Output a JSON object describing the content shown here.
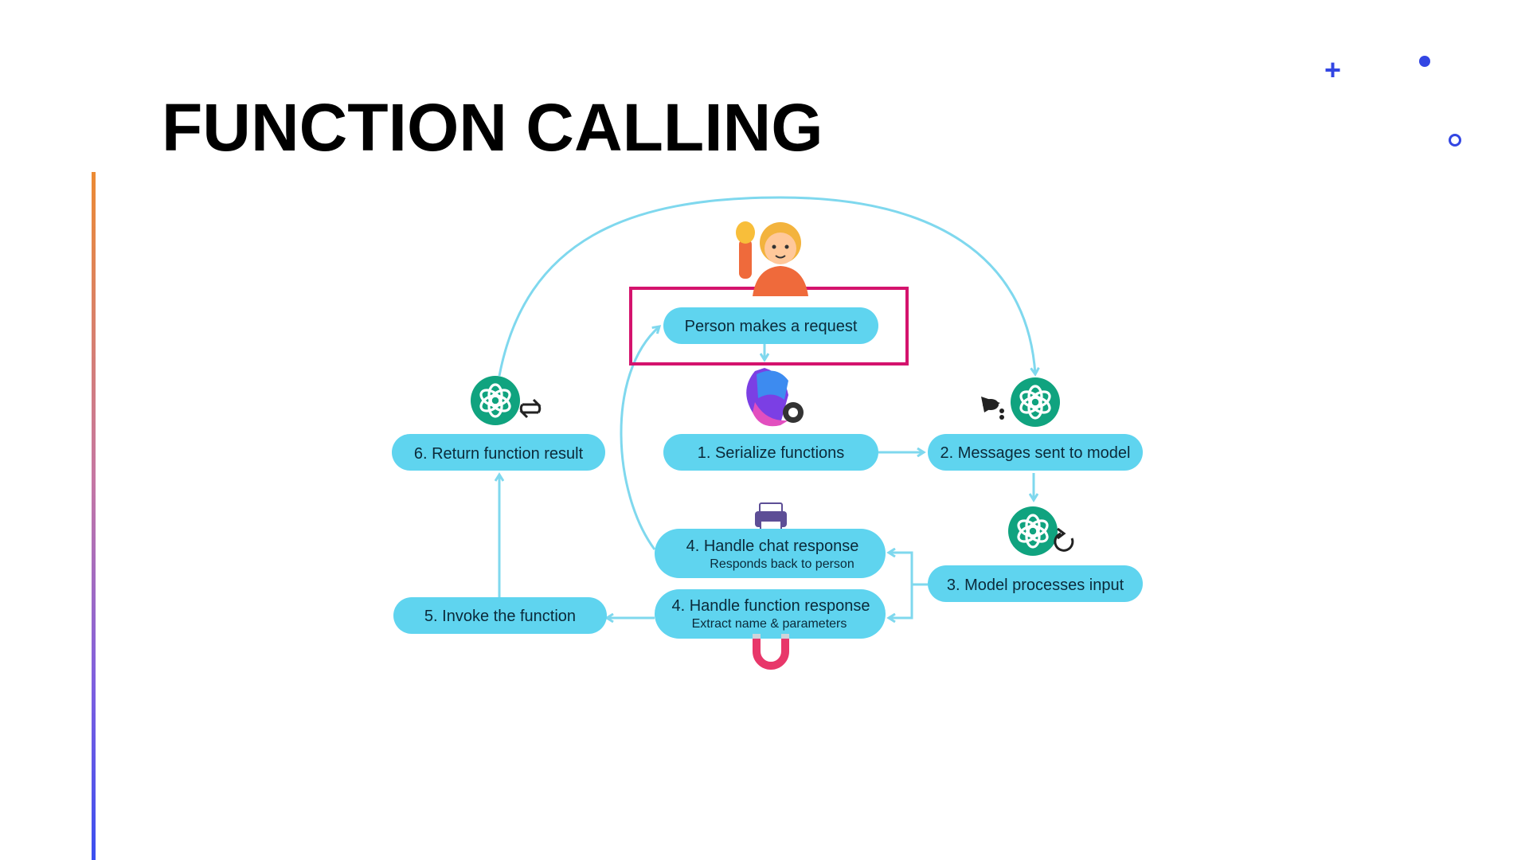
{
  "slide": {
    "title": "FUNCTION CALLING"
  },
  "colors": {
    "title": "#000000",
    "pill": "#5fd4ef",
    "arrow": "#7fd8ee",
    "highlight_box": "#d4136d",
    "accent_blue": "#3346e3",
    "accent_orange": "#ec8a33",
    "openai_green": "#10a37f"
  },
  "diagram": {
    "request": {
      "label": "Person makes a request",
      "icon": "raising-hand-person-icon"
    },
    "step1": {
      "label": "1. Serialize functions",
      "icon": "semantic-kernel-logo-icon"
    },
    "step2": {
      "label": "2. Messages sent to model",
      "icon": "openai-logo-icon"
    },
    "step3": {
      "label": "3. Model processes input",
      "icon": "openai-logo-icon"
    },
    "step4_chat": {
      "label": "4. Handle chat response",
      "sub": "Responds back to person",
      "icon": "printer-icon"
    },
    "step4_func": {
      "label": "4. Handle function response",
      "sub": "Extract name & parameters",
      "icon": "magnet-icon"
    },
    "step5": {
      "label": "5. Invoke the function"
    },
    "step6": {
      "label": "6. Return function result",
      "icon": "openai-logo-icon"
    }
  }
}
